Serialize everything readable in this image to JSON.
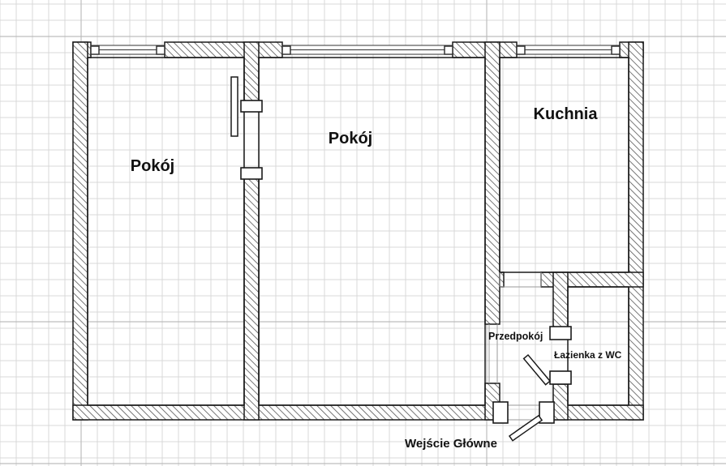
{
  "plan": {
    "rooms": [
      {
        "id": "room-left",
        "label": "Pokój"
      },
      {
        "id": "room-middle",
        "label": "Pokój"
      },
      {
        "id": "room-kitchen",
        "label": "Kuchnia"
      },
      {
        "id": "room-hall",
        "label": "Przedpokój"
      },
      {
        "id": "room-bathroom",
        "label": "Łazienka z WC"
      }
    ],
    "entrance_label": "Wejście Główne"
  },
  "colors": {
    "grid_minor": "#d9d9d9",
    "grid_major": "#bdbdbd",
    "wall_stroke": "#1a1a1a",
    "hatch": "#555555",
    "window_line": "#333333"
  }
}
